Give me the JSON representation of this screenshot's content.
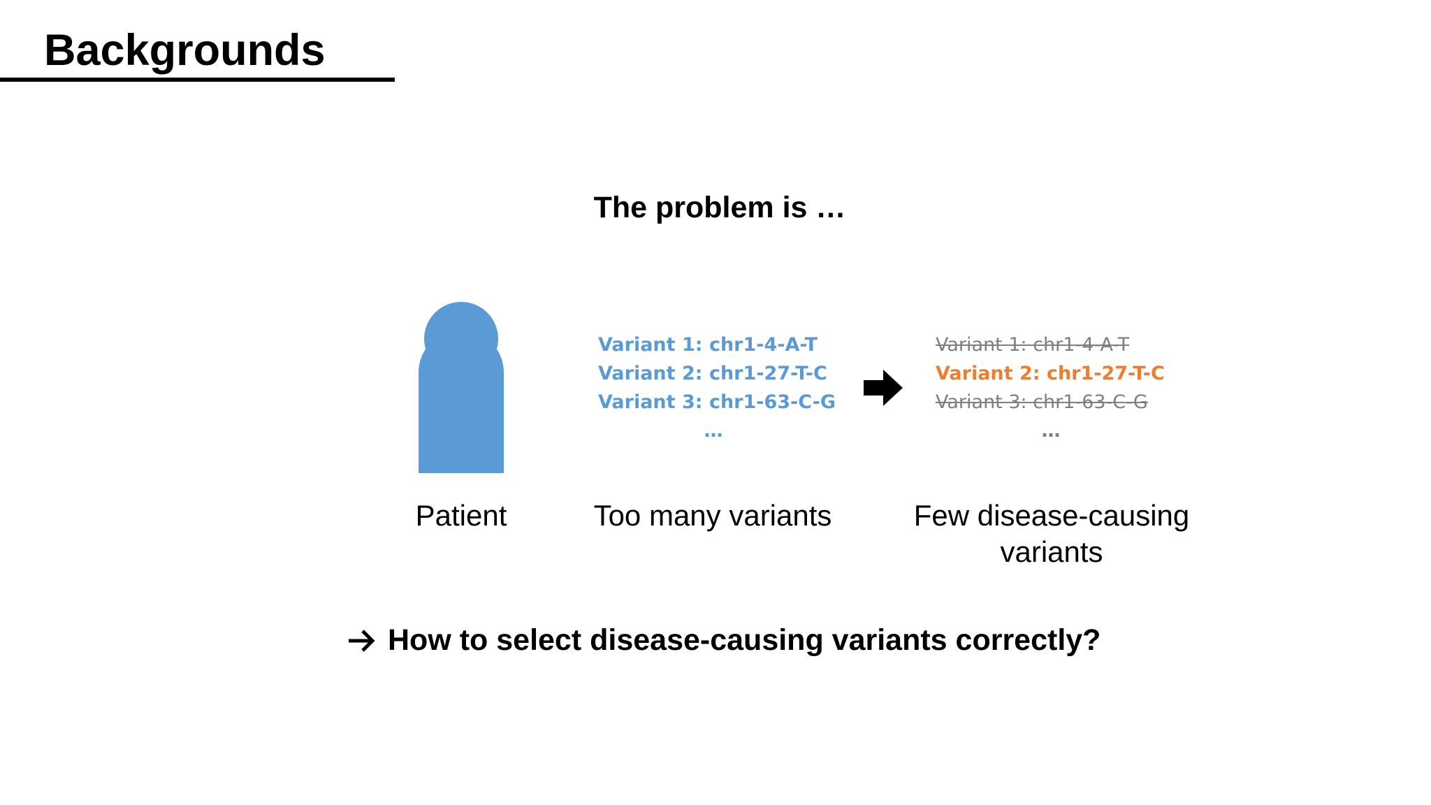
{
  "slide": {
    "title": "Backgrounds",
    "subheading": "The problem is …"
  },
  "variants_all": {
    "items": [
      "Variant 1: chr1-4-A-T",
      "Variant 2: chr1-27-T-C",
      "Variant 3: chr1-63-C-G"
    ],
    "ellipsis": "…"
  },
  "variants_filtered": {
    "items": [
      "Variant 1: chr1-4-A-T",
      "Variant 2: chr1-27-T-C",
      "Variant 3: chr1-63-C-G"
    ],
    "ellipsis": "…"
  },
  "captions": {
    "patient": "Patient",
    "too_many": "Too many variants",
    "few": "Few disease-causing variants"
  },
  "conclusion": {
    "text": "How to select disease-causing variants correctly?"
  },
  "icons": {
    "patient": "person-silhouette-icon",
    "transition": "arrow-right-icon",
    "conclusion": "arrow-right-icon"
  },
  "colors": {
    "accent_blue": "#5b9bd5",
    "highlight_orange": "#ed7d31",
    "struck_gray": "#7f7f7f"
  }
}
